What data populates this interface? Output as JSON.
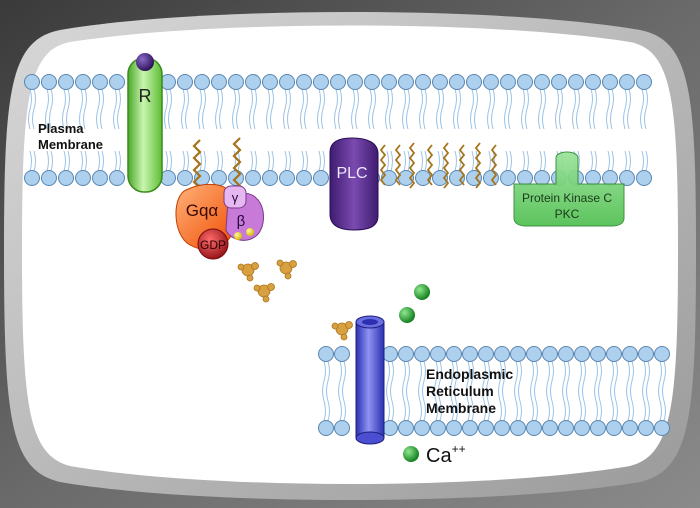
{
  "labels": {
    "receptor": "R",
    "plasma_membrane_line1": "Plasma",
    "plasma_membrane_line2": "Membrane",
    "g_alpha": "Gqα",
    "g_gamma": "γ",
    "g_beta": "β",
    "gdp": "GDP",
    "plc": "PLC",
    "pkc_line1": "Protein Kinase C",
    "pkc_line2": "PKC",
    "er_line1": "Endoplasmic",
    "er_line2": "Reticulum",
    "er_line3": "Membrane",
    "calcium": "Ca",
    "calcium_charge": "++"
  },
  "colors": {
    "background_frame": "#555555",
    "cell_interior": "#ffffff",
    "lipid_head": "#a9cbea",
    "lipid_head_stroke": "#5b86b0",
    "lipid_tail": "#8ab7dd",
    "receptor": "#74d24a",
    "receptor_ligand": "#3b1a6b",
    "g_alpha": "#ff6a1a",
    "g_beta": "#c77ad8",
    "g_gamma": "#d9a3ea",
    "gdp": "#c41e22",
    "plc": "#5a2d8f",
    "pkc": "#6fd070",
    "ion_channel": "#4a4fd1",
    "calcium": "#1a9a2a",
    "ip3": "#d8a040",
    "lipid_anchor": "#a5731a"
  },
  "icons": {
    "ligand": "ligand-dot-icon",
    "ip3": "ip3-molecule-icon",
    "calcium": "calcium-ion-icon"
  }
}
